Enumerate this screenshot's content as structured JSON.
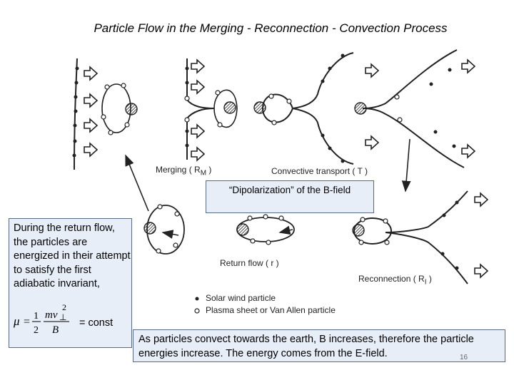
{
  "title": "Particle Flow in the Merging - Reconnection - Convection Process",
  "labels": {
    "merging": "Merging",
    "merging_symbol": "( R",
    "merging_sub": "M",
    "merging_close": ")",
    "convective": "Convective transport ( T )",
    "return_flow": "Return flow ( r )",
    "reconnection": "Reconnection ( R",
    "reconnection_sub": "I",
    "reconnection_close": ")",
    "legend_solar": "Solar wind particle",
    "legend_plasma": "Plasma sheet or Van Allen particle"
  },
  "dipolarization": "“Dipolarization” of the B-field",
  "return_flow_note": "During the return flow, the particles are energized in their attempt to satisfy the first adiabatic invariant,",
  "formula": {
    "mu": "μ",
    "equals": "=",
    "one": "1",
    "two": "2",
    "mv": "mv",
    "perp": "⊥",
    "sq": "2",
    "B": "B"
  },
  "equals_const": "=  const",
  "convection_note": "As particles convect towards the earth, B increases, therefore the particle energies increase. The energy comes from the E-field.",
  "slide_number": "16"
}
